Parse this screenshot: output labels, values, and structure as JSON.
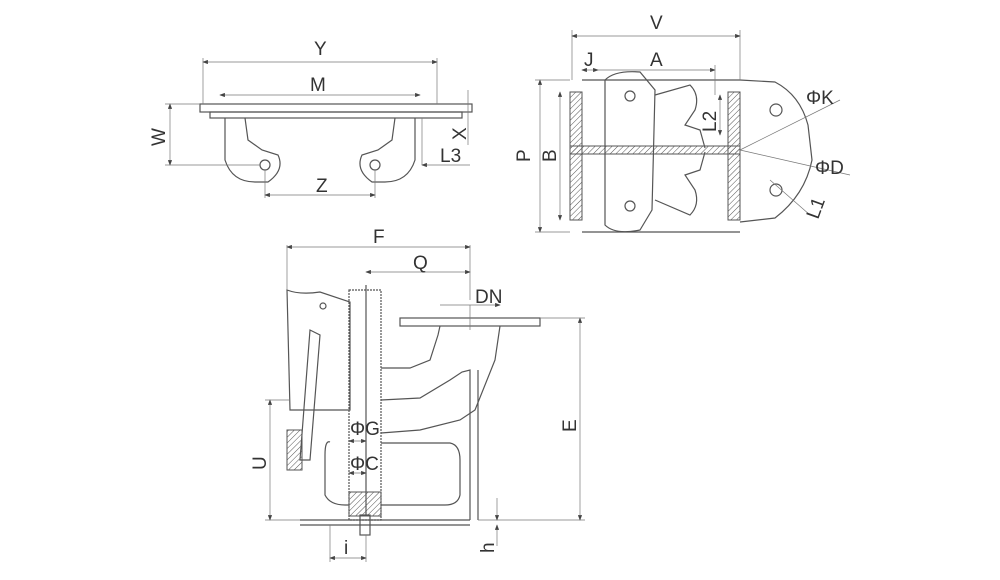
{
  "diagram": {
    "top_left_view": {
      "labels": {
        "Y": "Y",
        "M": "M",
        "W": "W",
        "X": "X",
        "L3": "L3",
        "Z": "Z"
      }
    },
    "top_right_view": {
      "labels": {
        "V": "V",
        "J": "J",
        "A": "A",
        "K": "ΦK",
        "L2": "L2",
        "P": "P",
        "B": "B",
        "D": "ΦD",
        "L1": "L1"
      }
    },
    "side_view": {
      "labels": {
        "F": "F",
        "Q": "Q",
        "DN": "DN",
        "E": "E",
        "G": "ΦG",
        "C": "ΦC",
        "U": "U",
        "i": "i",
        "h": "h"
      }
    },
    "colors": {
      "line": "#555555",
      "text": "#333333"
    }
  }
}
